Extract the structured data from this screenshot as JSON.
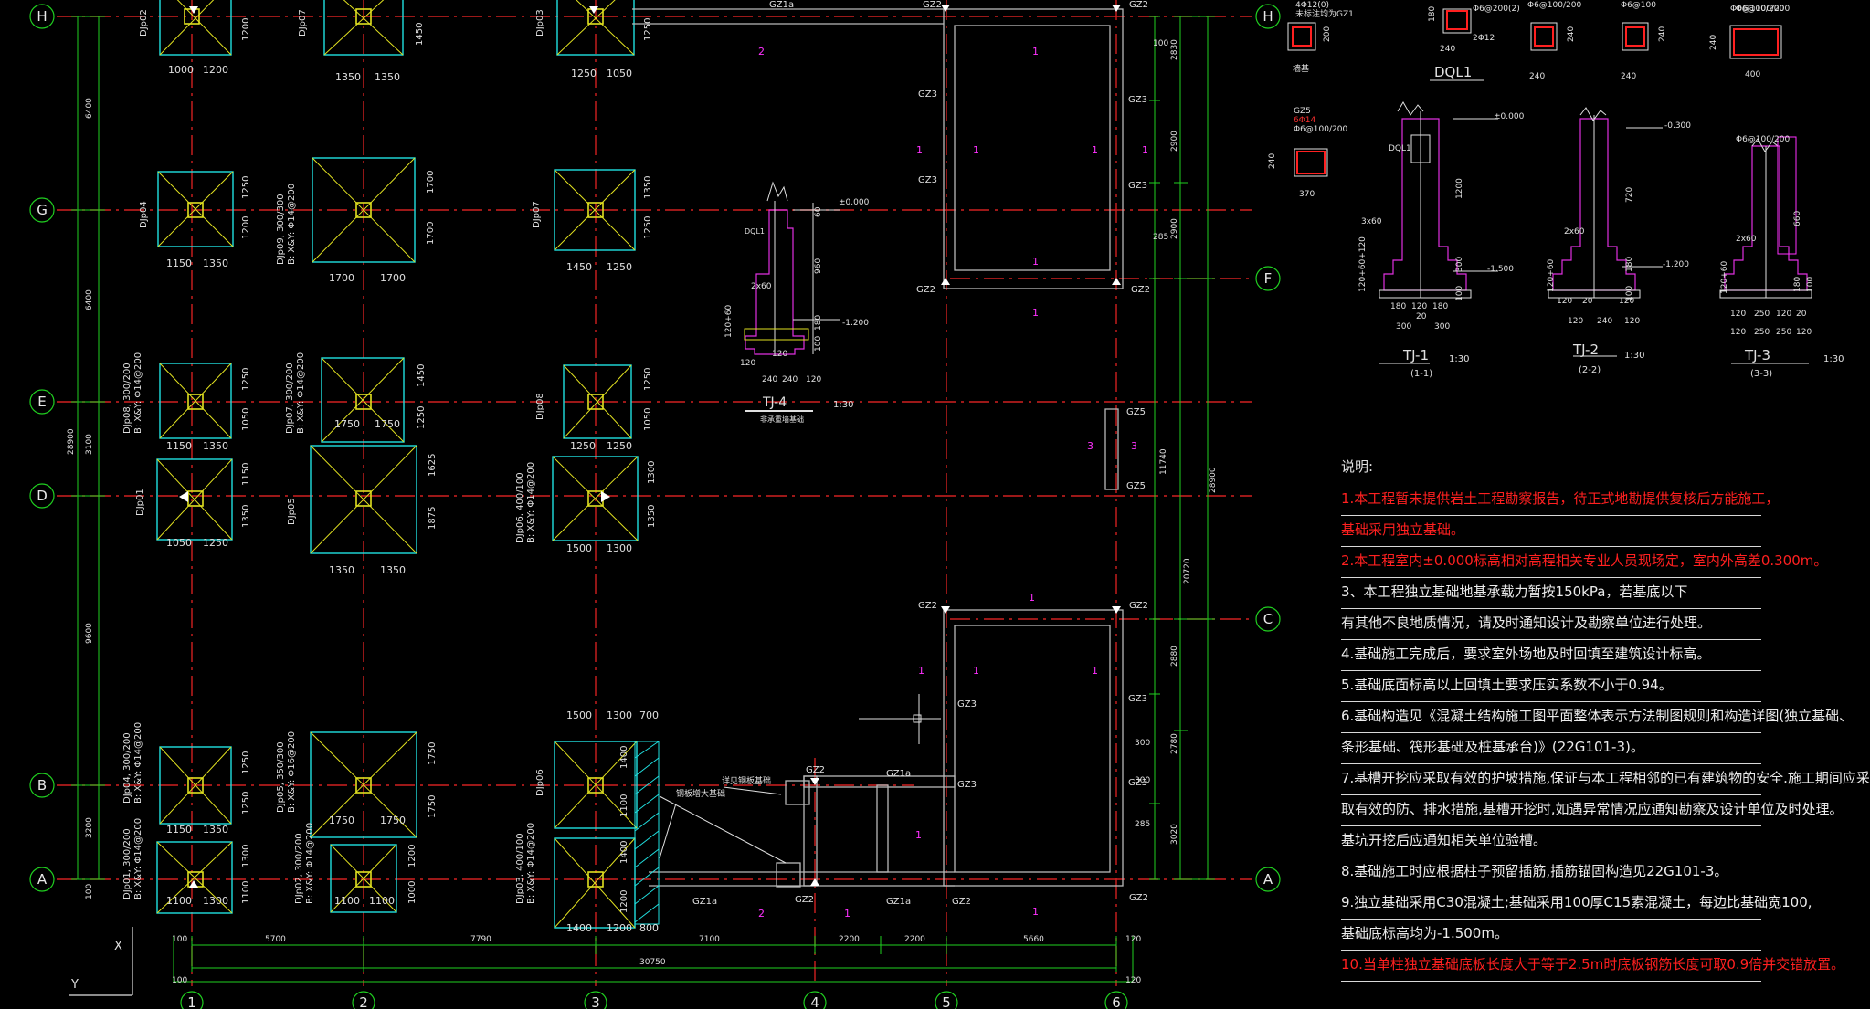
{
  "colors": {
    "background": "#000000",
    "grid": "#d02020",
    "dimension": "#20d020",
    "footing": "#20e0e0",
    "diagonal": "#e0e020",
    "section": "#e030e0",
    "note_red": "#ff2020"
  },
  "axes": {
    "rows": [
      "H",
      "G",
      "E",
      "D",
      "B",
      "A"
    ],
    "rows_right": [
      "H",
      "F",
      "C",
      "A"
    ],
    "cols": [
      "1",
      "2",
      "3",
      "4",
      "5",
      "6"
    ]
  },
  "dims": {
    "vertical": [
      "6400",
      "6400",
      "3100",
      "9600",
      "3200",
      "100"
    ],
    "vertical_total": "28900",
    "horizontal": [
      "5700",
      "7790",
      "7100",
      "2200",
      "2200",
      "5660"
    ],
    "horizontal_total": "30750",
    "edge": [
      "100",
      "120",
      "100",
      "120"
    ],
    "right_total": "28900",
    "right_sub": "20720",
    "right_mid": "11740",
    "right_inner": [
      "2830",
      "2900",
      "2900",
      "2880",
      "2780",
      "3020"
    ],
    "beam": [
      "100",
      "285",
      "300",
      "300",
      "285"
    ]
  },
  "footing_dims": [
    "1000",
    "1200",
    "1350",
    "1350",
    "1250",
    "1050",
    "1150",
    "1350",
    "1700",
    "1700",
    "1450",
    "1250",
    "1150",
    "1350",
    "1750",
    "1750",
    "1250",
    "1250",
    "1050",
    "1250",
    "1350",
    "1350",
    "1500",
    "1300",
    "1150",
    "1350",
    "1750",
    "1750",
    "1500",
    "1300",
    "700",
    "1100",
    "1300",
    "1100",
    "1100",
    "1400",
    "1200",
    "800"
  ],
  "footing_labels": [
    "DJp02",
    "DJp07",
    "DJp03",
    "DJp04",
    "DJp09, 300/300",
    "B: X&Y: Φ14@200",
    "DJp07",
    "DJp08, 300/200",
    "B: X&Y: Φ14@200",
    "DJp07, 300/200",
    "B: X&Y: Φ14@200",
    "DJp08",
    "DJp01",
    "DJp05",
    "DJp06, 400/100",
    "B: X&Y: Φ14@200",
    "DJp04, 300/200",
    "B: X&Y: Φ14@200",
    "DJp05, 350/300",
    "B: X&Y: Φ16@200",
    "DJp06",
    "DJp01, 300/200",
    "B: X&Y: Φ14@200",
    "DJp02, 300/200",
    "B: X&Y: Φ14@200",
    "DJp03, 400/100",
    "B: X&Y: Φ14@200"
  ],
  "footing_vdims": [
    "1200",
    "1450",
    "1250",
    "1250",
    "1200",
    "1700",
    "1700",
    "1350",
    "1250",
    "1250",
    "1050",
    "1450",
    "1250",
    "1250",
    "1050",
    "1150",
    "1350",
    "1625",
    "1875",
    "1300",
    "1350",
    "1250",
    "1250",
    "1750",
    "1750",
    "1400",
    "1100",
    "1300",
    "1100",
    "1200",
    "1000",
    "1400",
    "1200"
  ],
  "columns": [
    "GZ1a",
    "GZ2",
    "GZ2",
    "GZ3",
    "GZ3",
    "GZ3",
    "GZ3",
    "GZ2",
    "GZ2",
    "GZ5",
    "GZ5",
    "GZ2",
    "GZ2",
    "GZ3",
    "GZ3",
    "GZ3",
    "GZ3",
    "GZ2",
    "GZ1a",
    "GZ1a",
    "GZ2",
    "GZ1a",
    "GZ2",
    "GZ2"
  ],
  "sections": {
    "marks": [
      "2",
      "1",
      "1",
      "1",
      "1",
      "1",
      "1",
      "1",
      "3",
      "3",
      "1",
      "1",
      "1",
      "1",
      "1",
      "1",
      "2",
      "1"
    ]
  },
  "tj4": {
    "elev_top": "±0.000",
    "elev_bottom": "-1.200",
    "dql": "DQL1",
    "step": "2x60",
    "left_dim": "120+60",
    "dims": [
      "60",
      "960",
      "180",
      "100"
    ],
    "bottom_dims": [
      "120",
      "120",
      "240",
      "240",
      "120"
    ],
    "title": "TJ-4",
    "scale": "1:30",
    "caption": "非承重墙基础"
  },
  "annotations": {
    "pit": "详见钢板基础",
    "hatch": "钢板增大基础"
  },
  "ucs": {
    "x": "X",
    "y": "Y"
  },
  "details": {
    "gz1_label": [
      "4Φ12(0)",
      "未标注均为GZ1"
    ],
    "gz1_base": "墙基",
    "gz1_dim": "200",
    "dql_rebar": "Φ6@200(2)",
    "dql_rebar2": "2Φ12",
    "dql_dim": "240",
    "dql_hdim": "180",
    "dql_title": "DQL1",
    "gz2_rebar": "Φ6@100/200",
    "gz2_dim": "240",
    "gz2_vdim": "240",
    "gz3_rebar": "Φ6@100",
    "gz3_dim": "240",
    "gz3_vdim": "240",
    "gz4_rebar": "Φ6@100/200",
    "gz4_dim": "400",
    "gz4_vdim": "240",
    "gz5_label": "GZ5",
    "gz5_rebar1": "6Φ14",
    "gz5_rebar2": "Φ6@100/200",
    "gz5_dim": "370",
    "gz5_vdim": "240"
  },
  "tj": {
    "tj1": {
      "dql": "DQL1",
      "elev_top": "±0.000",
      "elev_bottom": "-1.500",
      "step": "3x60",
      "left": "120+60+120",
      "dims": [
        "1200",
        "300",
        "100"
      ],
      "bottom": [
        "180",
        "120",
        "180",
        "20",
        "300",
        "300"
      ],
      "title": "TJ-1",
      "scale": "1:30",
      "sub": "(1-1)"
    },
    "tj2": {
      "elev_top": "-0.300",
      "elev_bottom": "-1.200",
      "step": "2x60",
      "left": "120+60",
      "dims": [
        "720",
        "180",
        "100"
      ],
      "bottom": [
        "120",
        "20",
        "120",
        "120",
        "240",
        "120"
      ],
      "title": "TJ-2",
      "scale": "1:30",
      "sub": "(2-2)"
    },
    "tj3": {
      "step": "2x60",
      "left": "120+60",
      "dims": [
        "660",
        "180",
        "100"
      ],
      "bottom": [
        "120",
        "250",
        "120",
        "20",
        "120",
        "250",
        "250",
        "120"
      ],
      "title": "TJ-3",
      "scale": "1:30",
      "sub": "(3-3)",
      "top_rebar": "Φ6@100/200",
      "rebar": "Φ6@100/200"
    }
  },
  "notes": {
    "title": "说明:",
    "lines": [
      "1.本工程暂未提供岩土工程勘察报告，待正式地勘提供复核后方能施工，",
      "基础采用独立基础。",
      "2.本工程室内±0.000标高相对高程相关专业人员现场定，室内外高差0.300m。",
      "3、本工程独立基础地基承载力暂按150kPa，若基底以下",
      "有其他不良地质情况，请及时通知设计及勘察单位进行处理。",
      "4.基础施工完成后，要求室外场地及时回填至建筑设计标高。",
      "5.基础底面标高以上回填土要求压实系数不小于0.94。",
      "6.基础构造见《混凝土结构施工图平面整体表示方法制图规则和构造详图(独立基础、",
      "条形基础、筏形基础及桩基承台)》(22G101-3)。",
      "7.基槽开挖应采取有效的护坡措施,保证与本工程相邻的已有建筑物的安全.施工期间应采",
      "取有效的防、排水措施,基槽开挖时,如遇异常情况应通知勘察及设计单位及时处理。",
      "基坑开挖后应通知相关单位验槽。",
      "8.基础施工时应根据柱子预留插筋,插筋锚固构造见22G101-3。",
      "9.独立基础采用C30混凝土;基础采用100厚C15素混凝土，每边比基础宽100,",
      "基础底标高均为-1.500m。",
      "10.当单柱独立基础底板长度大于等于2.5m时底板钢筋长度可取0.9倍并交错放置。"
    ]
  }
}
